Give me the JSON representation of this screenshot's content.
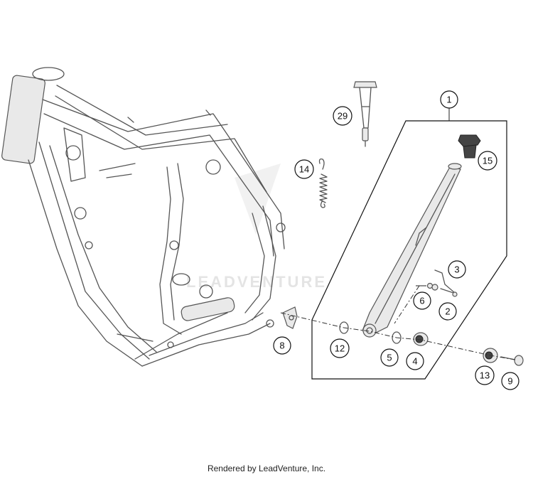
{
  "watermark": "LEADVENTURE",
  "footer": "Rendered by LeadVenture, Inc.",
  "callouts": {
    "c1": "1",
    "c2": "2",
    "c3": "3",
    "c4": "4",
    "c5": "5",
    "c6": "6",
    "c8": "8",
    "c9": "9",
    "c12": "12",
    "c13": "13",
    "c14": "14",
    "c15": "15",
    "c29": "29"
  }
}
